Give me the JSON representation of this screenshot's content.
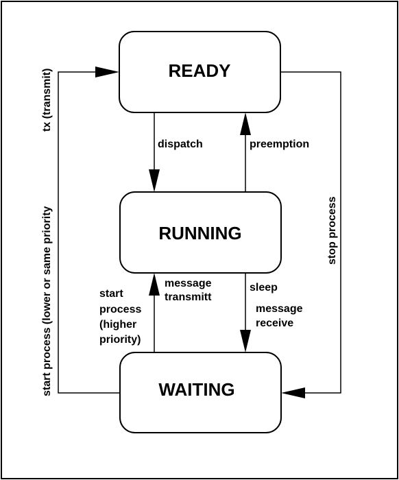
{
  "states": {
    "ready": "READY",
    "running": "RUNNING",
    "waiting": "WAITING"
  },
  "transitions": {
    "dispatch": "dispatch",
    "preemption": "preemption",
    "sleep": "sleep",
    "message_receive": [
      "message",
      "receive"
    ],
    "message_transmitt": [
      "message",
      "transmitt"
    ],
    "start_process_higher": [
      "start",
      "process",
      "(higher",
      "priority)"
    ],
    "tx_transmit": "tx (transmit)",
    "start_process_lower": "start process (lower or same priority",
    "stop_process": "stop process"
  }
}
